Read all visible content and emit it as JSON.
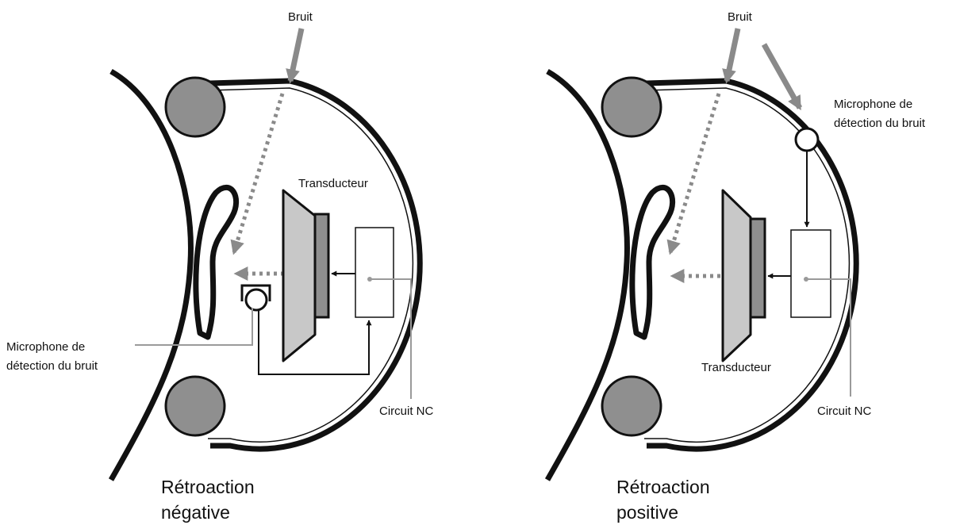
{
  "colors": {
    "ink": "#111111",
    "pad": "#8f8f8f",
    "noise_arrow": "#8a8a8a",
    "transducer_fill": "#c8c8c8",
    "leader": "#9a9a9a",
    "background": "#ffffff"
  },
  "left_panel": {
    "noise_label": "Bruit",
    "transducer_label": "Transducteur",
    "mic_label_line1": "Microphone de",
    "mic_label_line2": "détection du bruit",
    "circuit_label": "Circuit NC",
    "caption_line1": "Rétroaction",
    "caption_line2": "négative"
  },
  "right_panel": {
    "noise_label": "Bruit",
    "mic_label_line1": "Microphone de",
    "mic_label_line2": "détection du bruit",
    "transducer_label": "Transducteur",
    "circuit_label": "Circuit NC",
    "caption_line1": "Rétroaction",
    "caption_line2": "positive"
  }
}
